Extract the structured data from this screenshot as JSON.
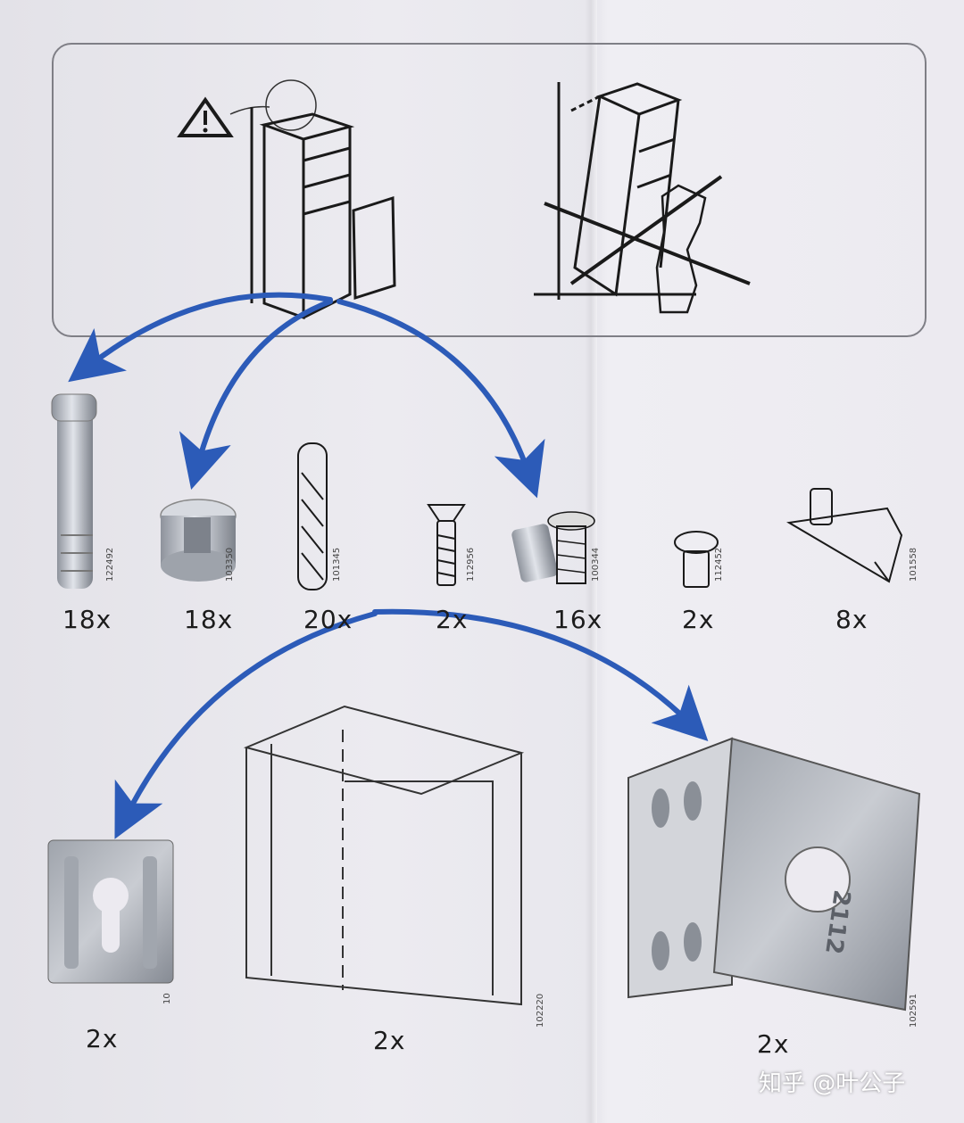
{
  "parts_row1": [
    {
      "qty": "18x",
      "code": "122492"
    },
    {
      "qty": "18x",
      "code": "103350"
    },
    {
      "qty": "20x",
      "code": "101345"
    },
    {
      "qty": "2x",
      "code": "112956"
    },
    {
      "qty": "16x",
      "code": "100344"
    },
    {
      "qty": "2x",
      "code": "112452"
    },
    {
      "qty": "8x",
      "code": "101558"
    }
  ],
  "parts_row2": [
    {
      "qty": "2x",
      "code": "10"
    },
    {
      "qty": "2x",
      "code": "102220"
    },
    {
      "qty": "2x",
      "code": "102591"
    }
  ],
  "bracket_stamp": "2112",
  "watermark": "知乎 @叶公子",
  "colors": {
    "paper": "#e9e8ee",
    "arrow": "#2c5bb8",
    "ink": "#1a1a1a",
    "metal": "#b8bcc4"
  },
  "icons": [
    "warning-triangle-icon",
    "cam-bolt",
    "cam-lock",
    "wooden-dowel",
    "screw",
    "euro-screw",
    "small-screw",
    "shelf-support",
    "keyhole-plate",
    "corner-panel",
    "corner-bracket"
  ]
}
